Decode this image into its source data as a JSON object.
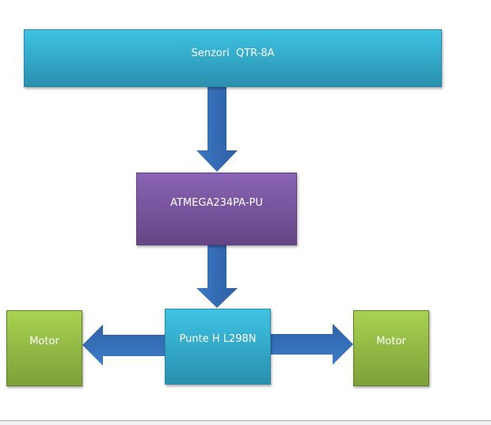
{
  "blocks": {
    "sensors": "Senzori  QTR-8A",
    "mcu": "ATMEGA234PA-PU",
    "hbridge": "Punte H L298N",
    "motor_left": "Motor",
    "motor_right": "Motor"
  },
  "colors": {
    "arrow": "#3a72bd",
    "cyan": "#36b4d6",
    "purple": "#7a56a0",
    "green": "#96bd45"
  }
}
